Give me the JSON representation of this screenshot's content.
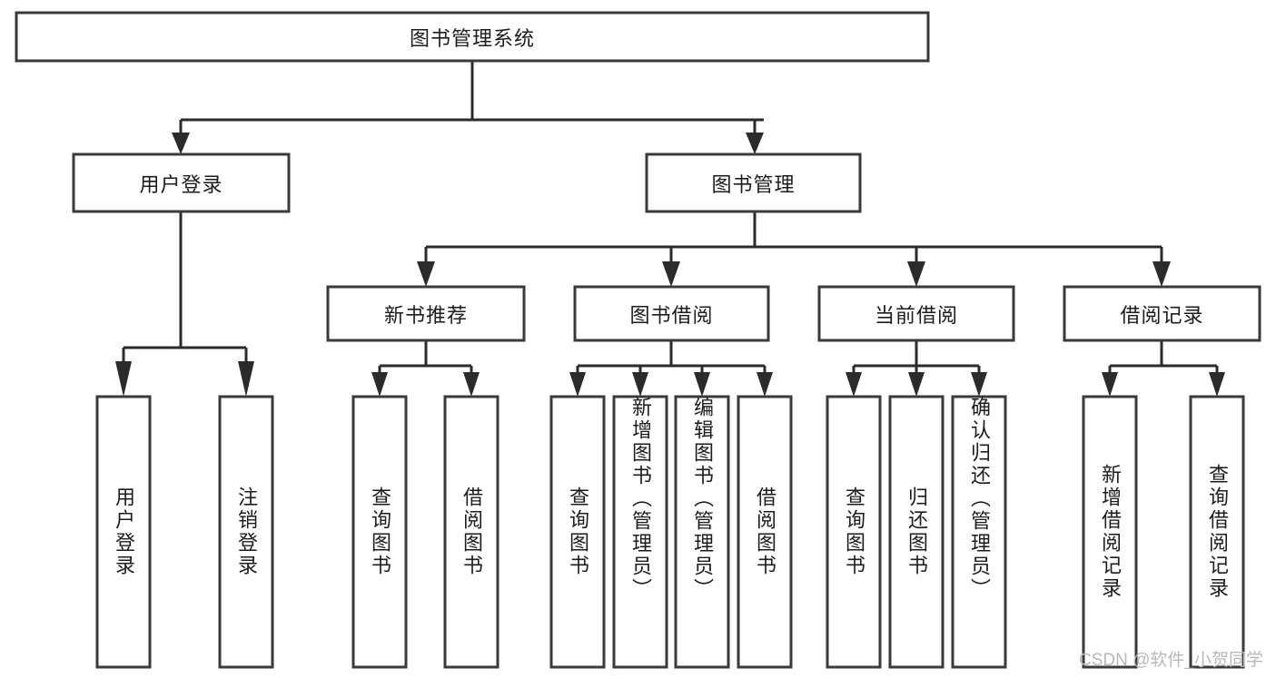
{
  "diagram": {
    "title": "图书管理系统",
    "type": "hierarchy-tree",
    "watermark": "CSDN @软件_小贺同学",
    "root": {
      "id": "root",
      "label": "图书管理系统",
      "orientation": "horizontal"
    },
    "level2": [
      {
        "id": "user-login",
        "label": "用户登录",
        "orientation": "horizontal"
      },
      {
        "id": "book-manage",
        "label": "图书管理",
        "orientation": "horizontal"
      }
    ],
    "level3": [
      {
        "id": "new-book-rec",
        "label": "新书推荐",
        "orientation": "horizontal",
        "parent": "book-manage"
      },
      {
        "id": "book-borrow",
        "label": "图书借阅",
        "orientation": "horizontal",
        "parent": "book-manage"
      },
      {
        "id": "current-borrow",
        "label": "当前借阅",
        "orientation": "horizontal",
        "parent": "book-manage"
      },
      {
        "id": "borrow-record",
        "label": "借阅记录",
        "orientation": "horizontal",
        "parent": "book-manage"
      }
    ],
    "leaves": [
      {
        "id": "leaf-user-login",
        "label": "用户登录",
        "parent": "user-login",
        "orientation": "vertical"
      },
      {
        "id": "leaf-logout",
        "label": "注销登录",
        "parent": "user-login",
        "orientation": "vertical"
      },
      {
        "id": "leaf-query-book-1",
        "label": "查询图书",
        "parent": "new-book-rec",
        "orientation": "vertical"
      },
      {
        "id": "leaf-borrow-book-1",
        "label": "借阅图书",
        "parent": "new-book-rec",
        "orientation": "vertical"
      },
      {
        "id": "leaf-query-book-2",
        "label": "查询图书",
        "parent": "book-borrow",
        "orientation": "vertical"
      },
      {
        "id": "leaf-add-book",
        "label": "新增图书（管理员）",
        "parent": "book-borrow",
        "orientation": "vertical"
      },
      {
        "id": "leaf-edit-book",
        "label": "编辑图书（管理员）",
        "parent": "book-borrow",
        "orientation": "vertical"
      },
      {
        "id": "leaf-borrow-book-2",
        "label": "借阅图书",
        "parent": "book-borrow",
        "orientation": "vertical"
      },
      {
        "id": "leaf-query-book-3",
        "label": "查询图书",
        "parent": "current-borrow",
        "orientation": "vertical"
      },
      {
        "id": "leaf-return-book",
        "label": "归还图书",
        "parent": "current-borrow",
        "orientation": "vertical"
      },
      {
        "id": "leaf-confirm-return",
        "label": "确认归还（管理员）",
        "parent": "current-borrow",
        "orientation": "vertical"
      },
      {
        "id": "leaf-add-record",
        "label": "新增借阅记录",
        "parent": "borrow-record",
        "orientation": "vertical"
      },
      {
        "id": "leaf-query-record",
        "label": "查询借阅记录",
        "parent": "borrow-record",
        "orientation": "vertical"
      }
    ],
    "colors": {
      "box_stroke": "#3a3a3a",
      "box_fill": "#ffffff",
      "line": "#2b2b2b",
      "text": "#1c1c1c",
      "watermark": "#b9b9b9",
      "background": "#ffffff"
    }
  }
}
